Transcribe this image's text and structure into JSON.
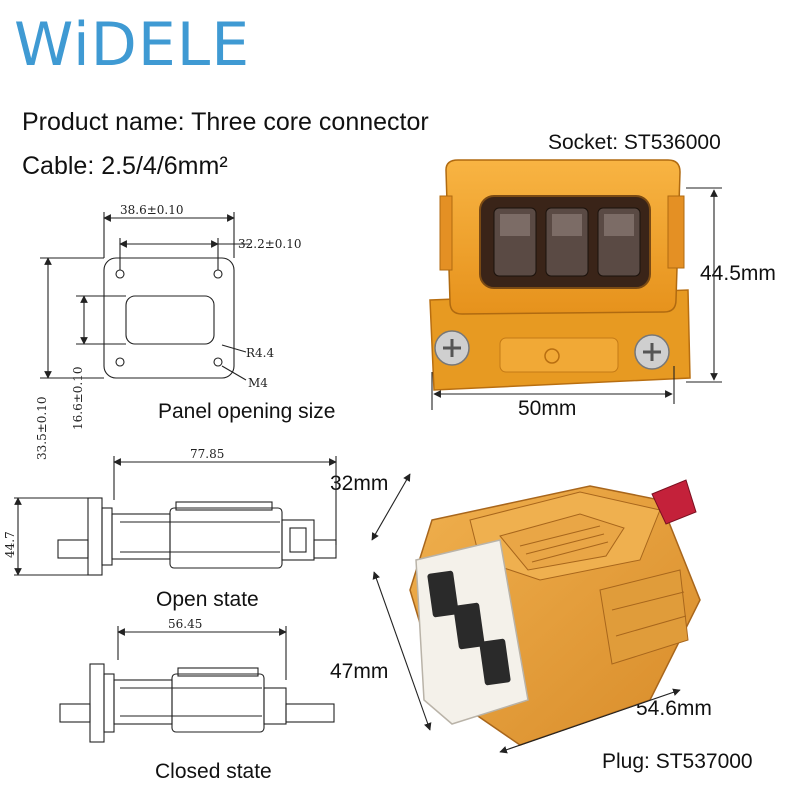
{
  "brand": {
    "logo_text": "WiDELE",
    "color": "#3f9ad3"
  },
  "header": {
    "product_name": "Product name: Three core connector",
    "cable": "Cable: 2.5/4/6mm²"
  },
  "socket": {
    "label": "Socket: ST536000",
    "height_dim": "44.5mm",
    "width_dim": "50mm",
    "body_color": "#f4a62a"
  },
  "plug": {
    "label": "Plug: ST537000",
    "dim_top": "32mm",
    "dim_left": "47mm",
    "dim_bottom": "54.6mm",
    "body_color": "#e8a23c",
    "latch_color": "#c4213a"
  },
  "panel_drawing": {
    "caption": "Panel opening size",
    "dim_outer_width": "38.6±0.10",
    "dim_inner_width": "32.2±0.10",
    "dim_outer_height": "33.5±0.10",
    "dim_inner_height": "16.6±0.10",
    "radius": "R4.4",
    "screw": "M4"
  },
  "open_state": {
    "caption": "Open state",
    "length": "77.85",
    "height": "44.7"
  },
  "closed_state": {
    "caption": "Closed state",
    "length": "56.45"
  }
}
